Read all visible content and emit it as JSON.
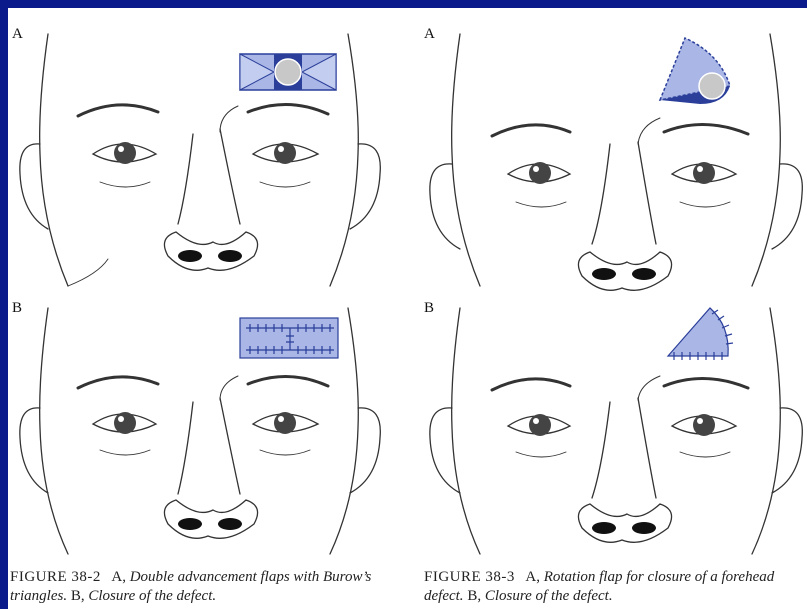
{
  "figure_left": {
    "panel_a_label": "A",
    "panel_b_label": "B",
    "caption": {
      "label": "FIGURE 38-2",
      "part_a": "A,",
      "text_a": "Double advancement flaps with Burow’s triangles.",
      "part_b": "B,",
      "text_b": "Closure of the defect."
    }
  },
  "figure_right": {
    "panel_a_label": "A",
    "panel_b_label": "B",
    "caption": {
      "label": "FIGURE 38-3",
      "part_a": "A,",
      "text_a": "Rotation flap for closure of a forehead defect.",
      "part_b": "B,",
      "text_b": "Closure of the defect."
    }
  },
  "colors": {
    "border": "#0a1a8a",
    "flap_fill": "#a9b6e6",
    "flap_stroke": "#2b3f9a",
    "defect_fill": "#c8c8c8",
    "line_art": "#333333"
  }
}
